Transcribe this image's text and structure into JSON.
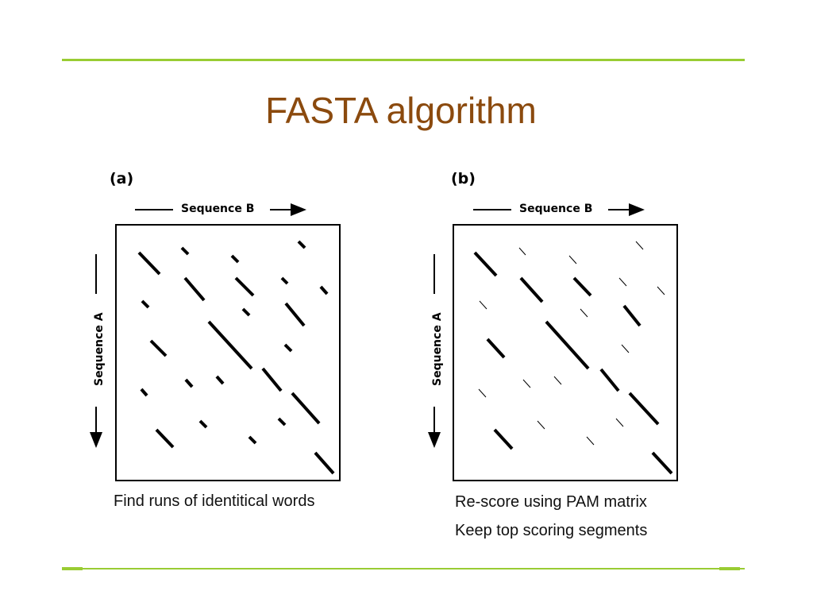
{
  "slide": {
    "title": "FASTA algorithm"
  },
  "panels": [
    {
      "label": "(a)",
      "x_axis_label": "Sequence B",
      "y_axis_label": "Sequence A",
      "captions": [
        "Find runs of identitical words"
      ]
    },
    {
      "label": "(b)",
      "x_axis_label": "Sequence B",
      "y_axis_label": "Sequence A",
      "captions": [
        "Re-score using PAM matrix",
        "Keep top scoring segments"
      ]
    }
  ],
  "colors": {
    "title": "#8b4a0e",
    "rule": "#99cc33"
  }
}
